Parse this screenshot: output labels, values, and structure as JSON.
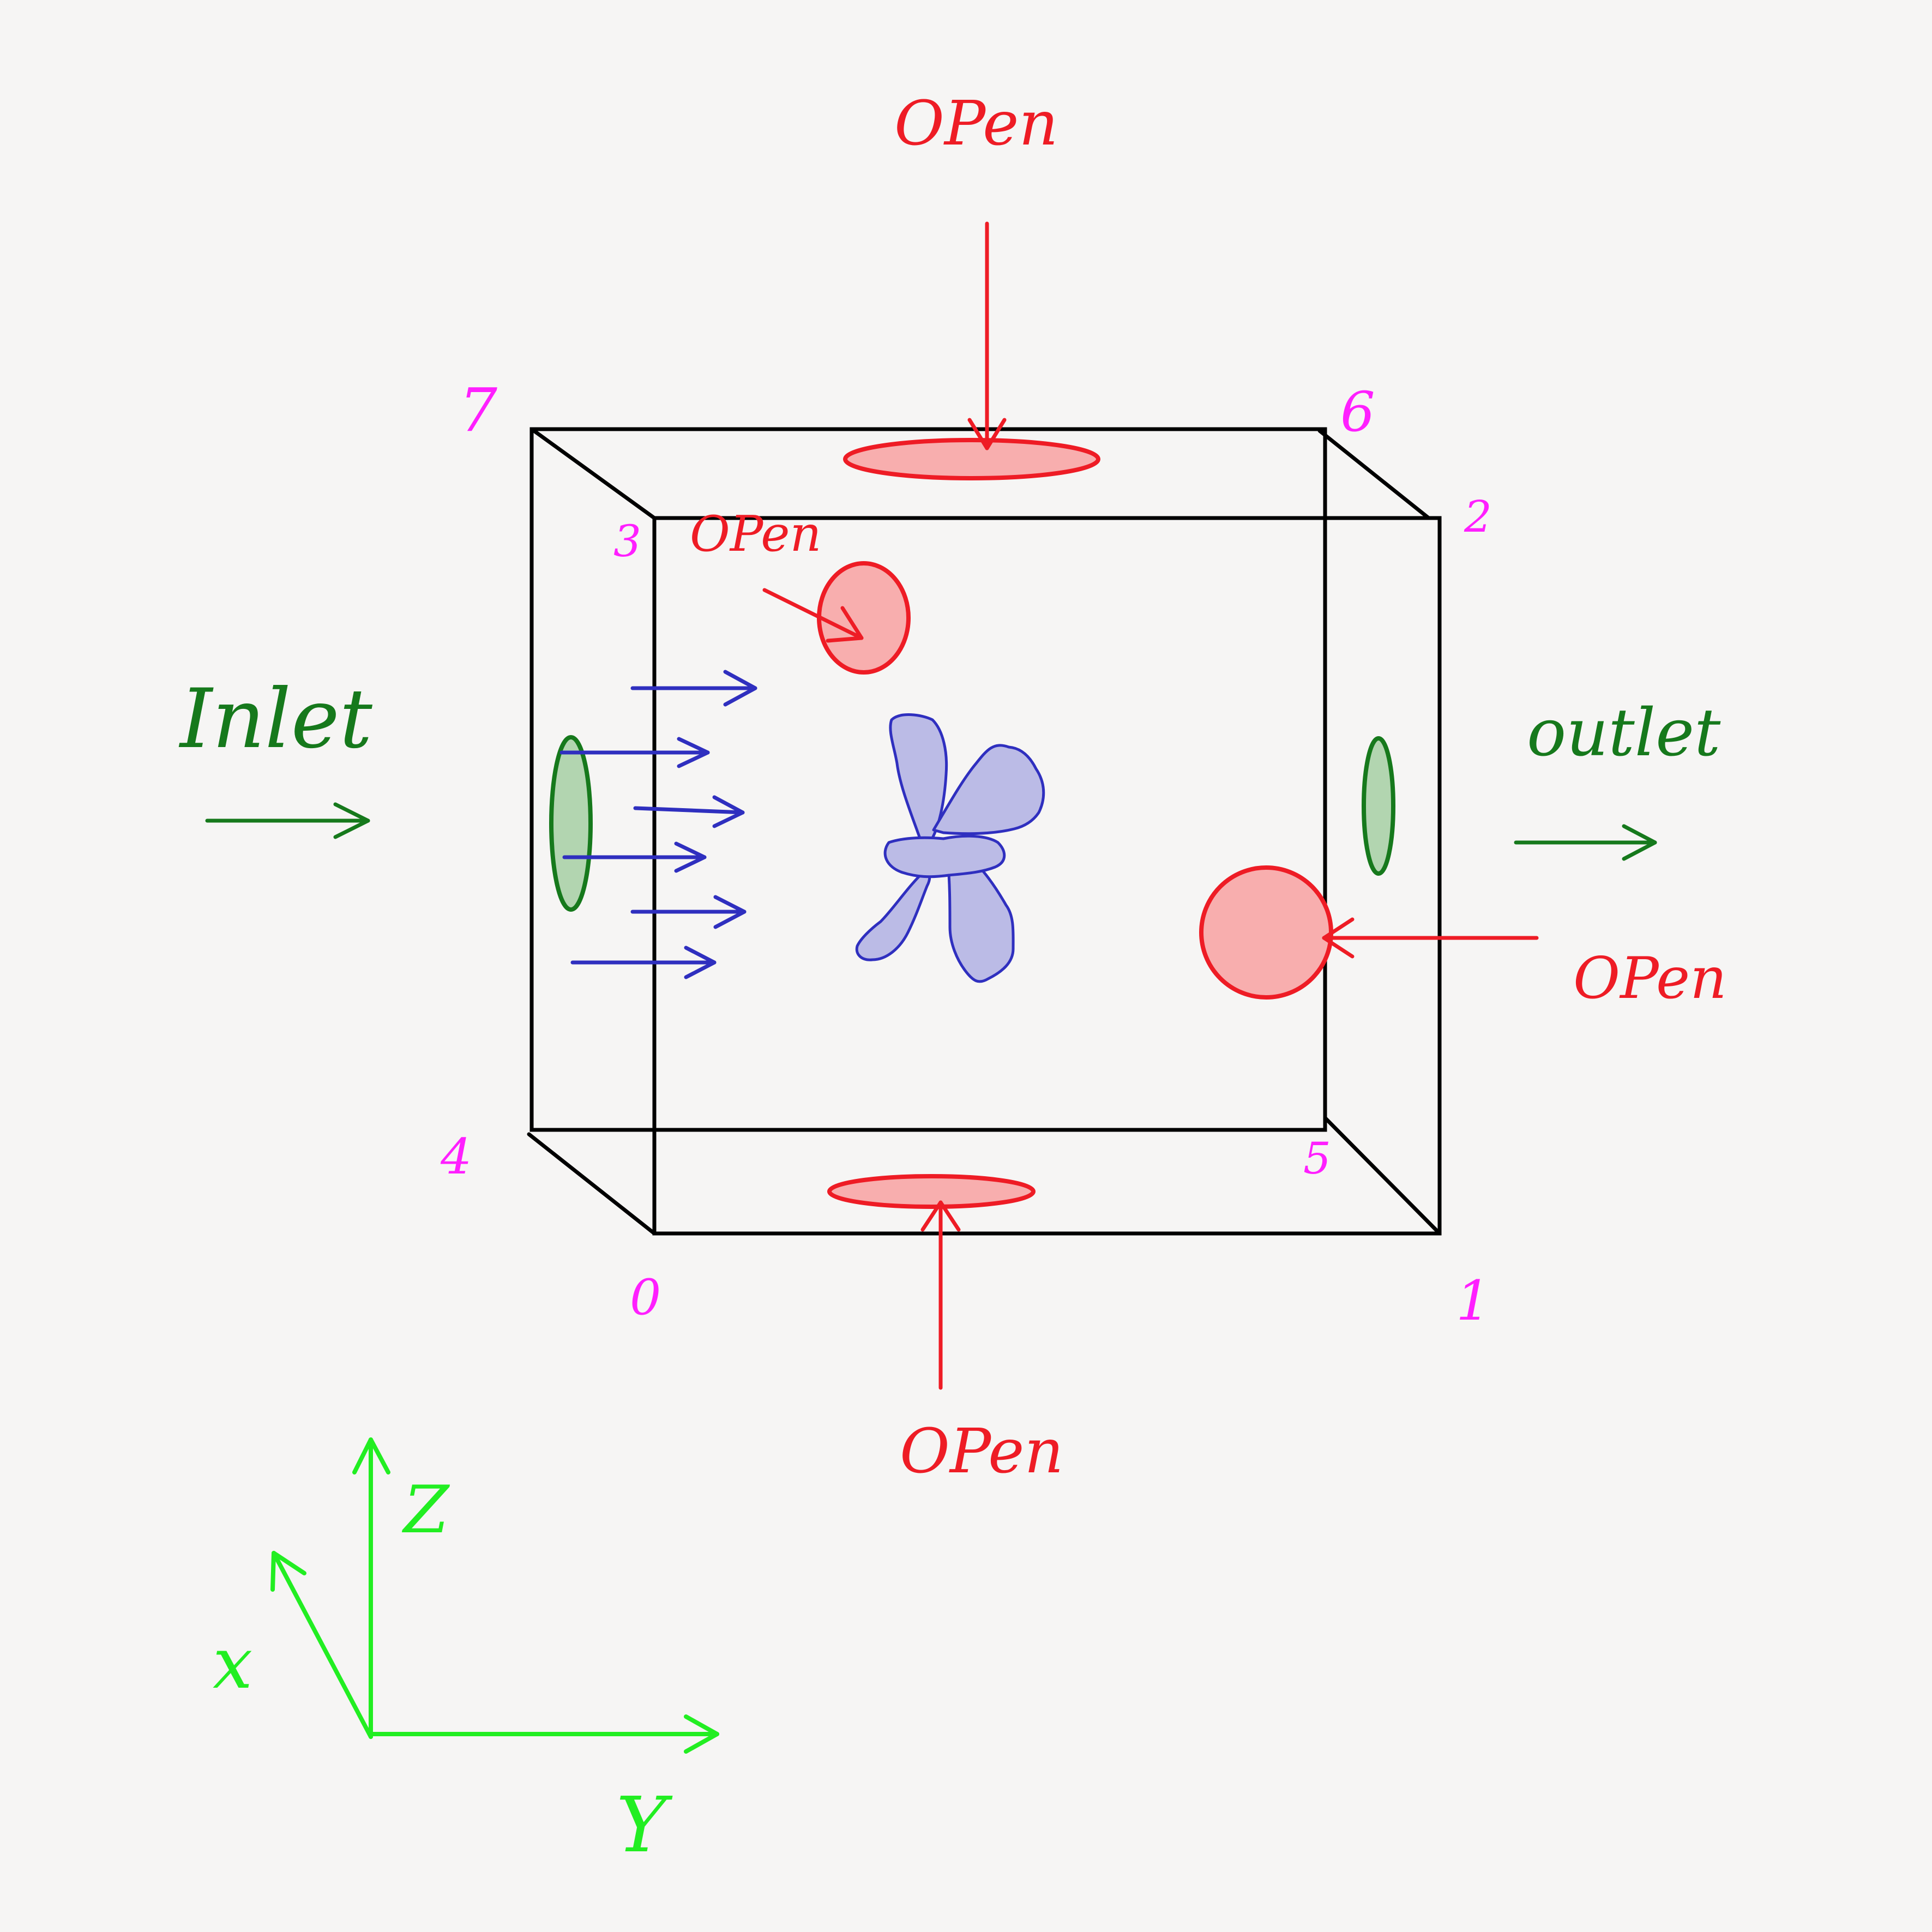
{
  "colors": {
    "background": "#f6f5f4",
    "box_edge": "#000000",
    "open_stroke": "#ee1c25",
    "open_fill": "#f8aeae",
    "inlet_outlet_stroke": "#16791c",
    "inlet_outlet_fill": "#b2d5b0",
    "vertex_label": "#ff1fff",
    "flow_arrow": "#2f2fbf",
    "fan_fill": "#bbbbe6",
    "axis": "#22ee22"
  },
  "labels": {
    "open_top": "OPen",
    "open_back": "OPen",
    "open_right": "OPen",
    "open_bottom": "OPen",
    "inlet": "Inlet",
    "outlet": "outlet"
  },
  "vertices": [
    "0",
    "1",
    "2",
    "3",
    "4",
    "5",
    "6",
    "7"
  ],
  "axes": {
    "x": "x",
    "y": "Y",
    "z": "Z"
  },
  "icons": {
    "fan": "fan-icon",
    "flow": "flow-arrows"
  }
}
